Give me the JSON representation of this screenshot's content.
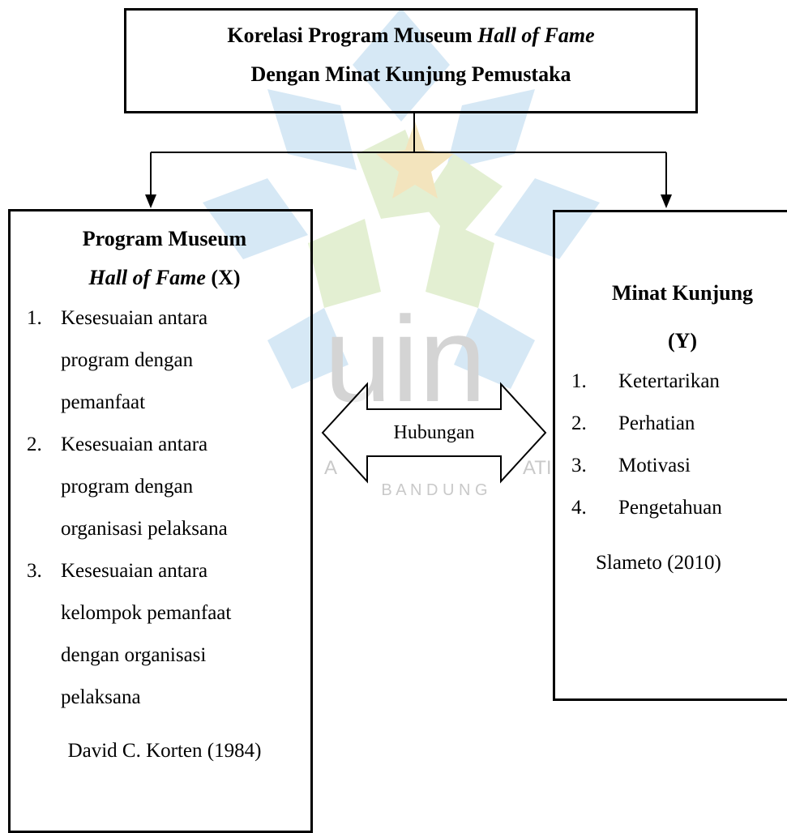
{
  "top_box": {
    "line1_prefix": "Korelasi Program Museum ",
    "line1_italic": "Hall of Fame",
    "line2": "Dengan Minat Kunjung Pemustaka"
  },
  "left_box": {
    "title_line1": "Program Museum",
    "title_line2_italic": "Hall of Fame",
    "title_line2_suffix": " (X)",
    "items": [
      {
        "num": "1.",
        "lines": [
          "Kesesuaian antara",
          "program dengan",
          "pemanfaat"
        ]
      },
      {
        "num": "2.",
        "lines": [
          "Kesesuaian antara",
          "program dengan",
          "organisasi pelaksana"
        ]
      },
      {
        "num": "3.",
        "lines": [
          "Kesesuaian antara",
          "kelompok pemanfaat",
          "dengan organisasi",
          "pelaksana"
        ]
      }
    ],
    "source": "David C. Korten (1984)"
  },
  "right_box": {
    "title_line1": "Minat Kunjung",
    "title_line2": "(Y)",
    "items": [
      {
        "num": "1.",
        "label": "Ketertarikan"
      },
      {
        "num": "2.",
        "label": "Perhatian"
      },
      {
        "num": "3.",
        "label": "Motivasi"
      },
      {
        "num": "4.",
        "label": "Pengetahuan"
      }
    ],
    "source": "Slameto (2010)"
  },
  "relation_label": "Hubungan",
  "watermark": {
    "logo_text": "uin",
    "arc_text_left": "A",
    "arc_text_right": "ATI",
    "city_text": "B A N D U N G",
    "colors": {
      "blue": "#d6e8f5",
      "green": "#e3efd2",
      "star": "#f3e4bd",
      "text": "#c9c9c9"
    }
  }
}
